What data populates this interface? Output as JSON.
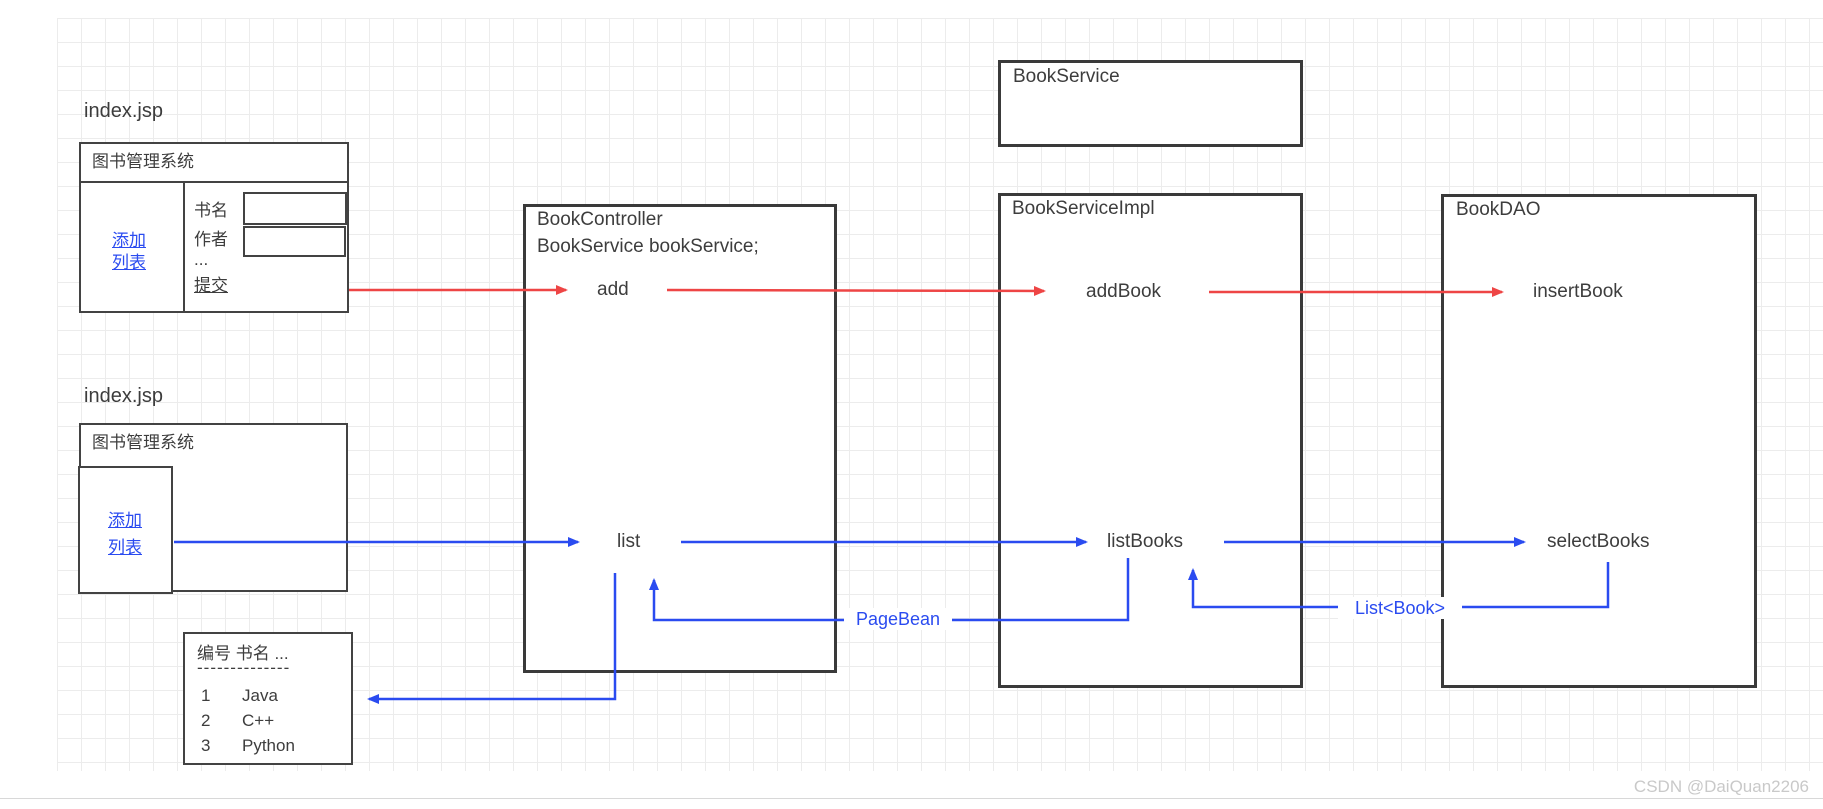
{
  "colors": {
    "arrow_red": "#ee4545",
    "arrow_blue": "#2a4bf0",
    "box_border": "#3a3a3a",
    "grid_line": "#ececec"
  },
  "jsp_add": {
    "file_label": "index.jsp",
    "window_title": "图书管理系统",
    "nav": {
      "add_link": "添加",
      "list_link": "列表"
    },
    "form": {
      "book_name_label": "书名",
      "book_name_value": "",
      "author_label": "作者",
      "author_value": "",
      "ellipsis": "...",
      "submit_label": "提交"
    }
  },
  "jsp_list": {
    "file_label": "index.jsp",
    "window_title": "图书管理系统",
    "nav": {
      "add_link": "添加",
      "list_link": "列表"
    }
  },
  "book_service_box": {
    "title": "BookService"
  },
  "controller_box": {
    "title": "BookController",
    "field_decl": "BookService bookService;",
    "method_add": "add",
    "method_list": "list"
  },
  "service_impl_box": {
    "title": "BookServiceImpl",
    "method_add": "addBook",
    "method_list": "listBooks"
  },
  "dao_box": {
    "title": "BookDAO",
    "method_add": "insertBook",
    "method_list": "selectBooks"
  },
  "return_labels": {
    "page_bean": "PageBean",
    "list_book": "List<Book>"
  },
  "result_table": {
    "header": "编号  书名 ...",
    "divider": "--------------",
    "rows": [
      {
        "id": "1",
        "name": "Java"
      },
      {
        "id": "2",
        "name": "C++"
      },
      {
        "id": "3",
        "name": "Python"
      }
    ]
  },
  "watermark": "CSDN @DaiQuan2206"
}
